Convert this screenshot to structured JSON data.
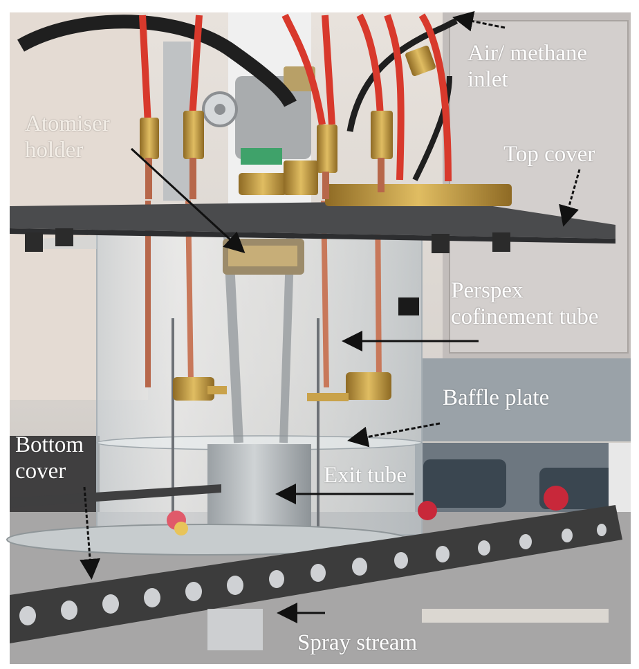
{
  "figure": {
    "labels": {
      "air_inlet": "Air/ methane\ninlet",
      "atomiser_holder": "Atomiser\nholder",
      "top_cover": "Top cover",
      "perspex_tube": "Perspex\ncofinement tube",
      "baffle_plate": "Baffle plate",
      "bottom_cover": "Bottom\ncover",
      "exit_tube": "Exit tube",
      "spray_stream": "Spray stream"
    },
    "colors": {
      "brass": "#c9a24a",
      "copper_tubing": "#c8785a",
      "red_hose": "#d8392c",
      "black_hose": "#1f1f1f",
      "metal_bar": "#3c3c3c",
      "perspex": "#dfe6ea",
      "annotation_arrow": "#111111",
      "label_text": "#ffffff"
    }
  }
}
